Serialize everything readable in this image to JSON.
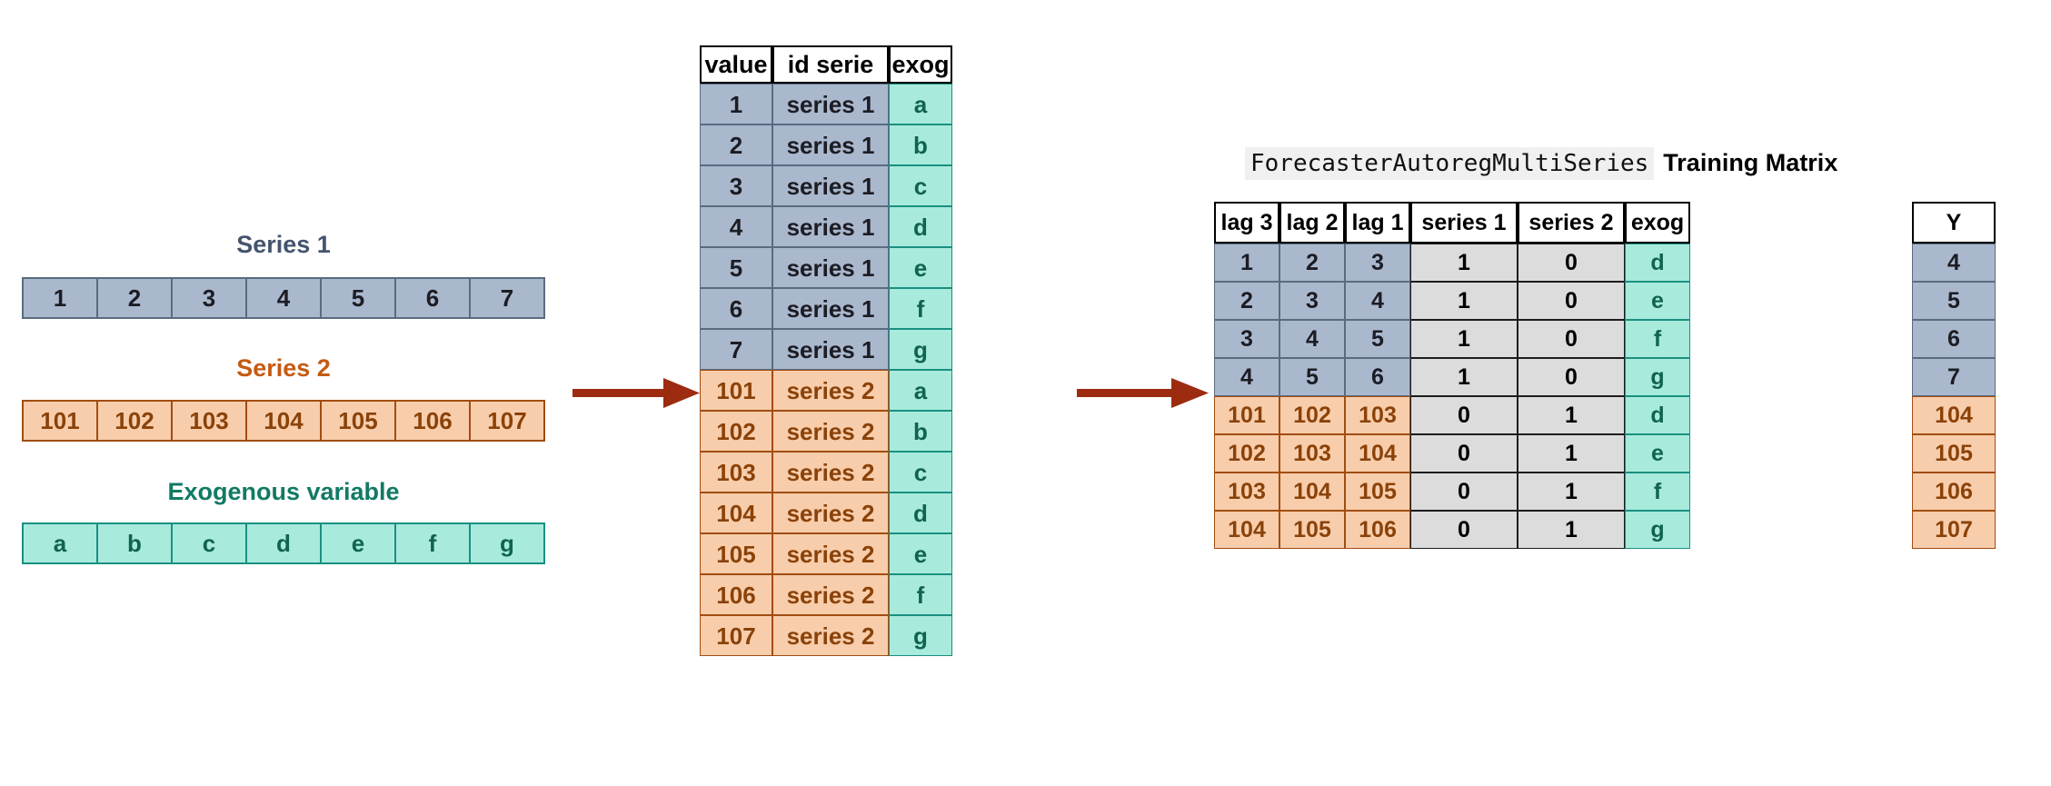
{
  "left_panel": {
    "series1": {
      "label": "Series 1",
      "color": "#44546e",
      "fill": "#aab8cd",
      "values": [
        "1",
        "2",
        "3",
        "4",
        "5",
        "6",
        "7"
      ]
    },
    "series2": {
      "label": "Series 2",
      "color": "#c55a11",
      "fill": "#f8cdab",
      "values": [
        "101",
        "102",
        "103",
        "104",
        "105",
        "106",
        "107"
      ]
    },
    "exog": {
      "label": "Exogenous variable",
      "color": "#117a65",
      "fill": "#a8ebdd",
      "values": [
        "a",
        "b",
        "c",
        "d",
        "e",
        "f",
        "g"
      ]
    }
  },
  "arrows": {
    "color": "#9c2b10",
    "arrow1_name": "arrow-left-to-long-table",
    "arrow2_name": "arrow-long-table-to-matrix"
  },
  "long_table": {
    "headers": [
      "value",
      "id serie",
      "exog"
    ],
    "rows": [
      {
        "value": "1",
        "id": "series 1",
        "exog": "a",
        "group": "series1"
      },
      {
        "value": "2",
        "id": "series 1",
        "exog": "b",
        "group": "series1"
      },
      {
        "value": "3",
        "id": "series 1",
        "exog": "c",
        "group": "series1"
      },
      {
        "value": "4",
        "id": "series 1",
        "exog": "d",
        "group": "series1"
      },
      {
        "value": "5",
        "id": "series 1",
        "exog": "e",
        "group": "series1"
      },
      {
        "value": "6",
        "id": "series 1",
        "exog": "f",
        "group": "series1"
      },
      {
        "value": "7",
        "id": "series 1",
        "exog": "g",
        "group": "series1"
      },
      {
        "value": "101",
        "id": "series 2",
        "exog": "a",
        "group": "series2"
      },
      {
        "value": "102",
        "id": "series 2",
        "exog": "b",
        "group": "series2"
      },
      {
        "value": "103",
        "id": "series 2",
        "exog": "c",
        "group": "series2"
      },
      {
        "value": "104",
        "id": "series 2",
        "exog": "d",
        "group": "series2"
      },
      {
        "value": "105",
        "id": "series 2",
        "exog": "e",
        "group": "series2"
      },
      {
        "value": "106",
        "id": "series 2",
        "exog": "f",
        "group": "series2"
      },
      {
        "value": "107",
        "id": "series 2",
        "exog": "g",
        "group": "series2"
      }
    ]
  },
  "training_matrix": {
    "title_code": "ForecasterAutoregMultiSeries",
    "title_bold": "Training Matrix",
    "headers": [
      "lag 3",
      "lag 2",
      "lag 1",
      "series 1",
      "series 2",
      "exog"
    ],
    "rows": [
      {
        "lag3": "1",
        "lag2": "2",
        "lag1": "3",
        "series1": "1",
        "series2": "0",
        "exog": "d",
        "group": "series1"
      },
      {
        "lag3": "2",
        "lag2": "3",
        "lag1": "4",
        "series1": "1",
        "series2": "0",
        "exog": "e",
        "group": "series1"
      },
      {
        "lag3": "3",
        "lag2": "4",
        "lag1": "5",
        "series1": "1",
        "series2": "0",
        "exog": "f",
        "group": "series1"
      },
      {
        "lag3": "4",
        "lag2": "5",
        "lag1": "6",
        "series1": "1",
        "series2": "0",
        "exog": "g",
        "group": "series1"
      },
      {
        "lag3": "101",
        "lag2": "102",
        "lag1": "103",
        "series1": "0",
        "series2": "1",
        "exog": "d",
        "group": "series2"
      },
      {
        "lag3": "102",
        "lag2": "103",
        "lag1": "104",
        "series1": "0",
        "series2": "1",
        "exog": "e",
        "group": "series2"
      },
      {
        "lag3": "103",
        "lag2": "104",
        "lag1": "105",
        "series1": "0",
        "series2": "1",
        "exog": "f",
        "group": "series2"
      },
      {
        "lag3": "104",
        "lag2": "105",
        "lag1": "106",
        "series1": "0",
        "series2": "1",
        "exog": "g",
        "group": "series2"
      }
    ]
  },
  "y_table": {
    "header": "Y",
    "rows": [
      {
        "value": "4",
        "group": "series1"
      },
      {
        "value": "5",
        "group": "series1"
      },
      {
        "value": "6",
        "group": "series1"
      },
      {
        "value": "7",
        "group": "series1"
      },
      {
        "value": "104",
        "group": "series2"
      },
      {
        "value": "105",
        "group": "series2"
      },
      {
        "value": "106",
        "group": "series2"
      },
      {
        "value": "107",
        "group": "series2"
      }
    ]
  },
  "palette": {
    "blue_fill": "#aab8cd",
    "blue_border": "#5a6b80",
    "orange_fill": "#f8cdab",
    "orange_border": "#a14d12",
    "teal_fill": "#a8ebdd",
    "teal_border": "#1a9080",
    "grey_fill": "#dcdcdc",
    "arrow": "#9c2b10"
  }
}
